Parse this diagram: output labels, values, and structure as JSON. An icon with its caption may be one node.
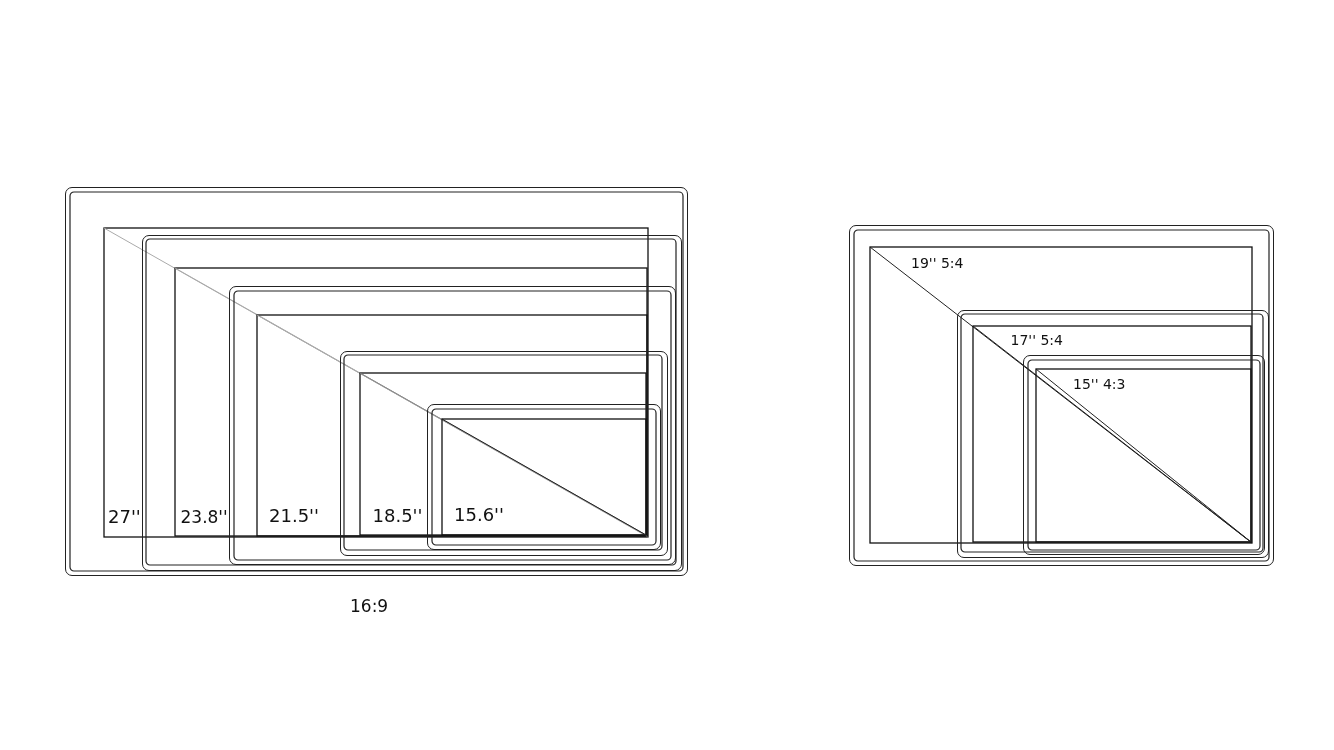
{
  "diagram": {
    "nodes": [
      {
        "text": [
          "27''"
        ]
      },
      {
        "text": [
          "23.8''"
        ],
        "in": 0
      },
      {
        "text": [
          "21.5''"
        ],
        "in": 1
      },
      {
        "text": [
          "18.5''"
        ],
        "in": 2
      },
      {
        "text": [
          "15.6''"
        ],
        "in": 3
      },
      {
        "text": [
          "19'' 5:4"
        ]
      },
      {
        "text": [
          "17'' 5:4"
        ],
        "in": 5
      },
      {
        "text": [
          "15'' 4:3"
        ],
        "in": 6
      }
    ],
    "labels": [
      "16:9"
    ]
  }
}
